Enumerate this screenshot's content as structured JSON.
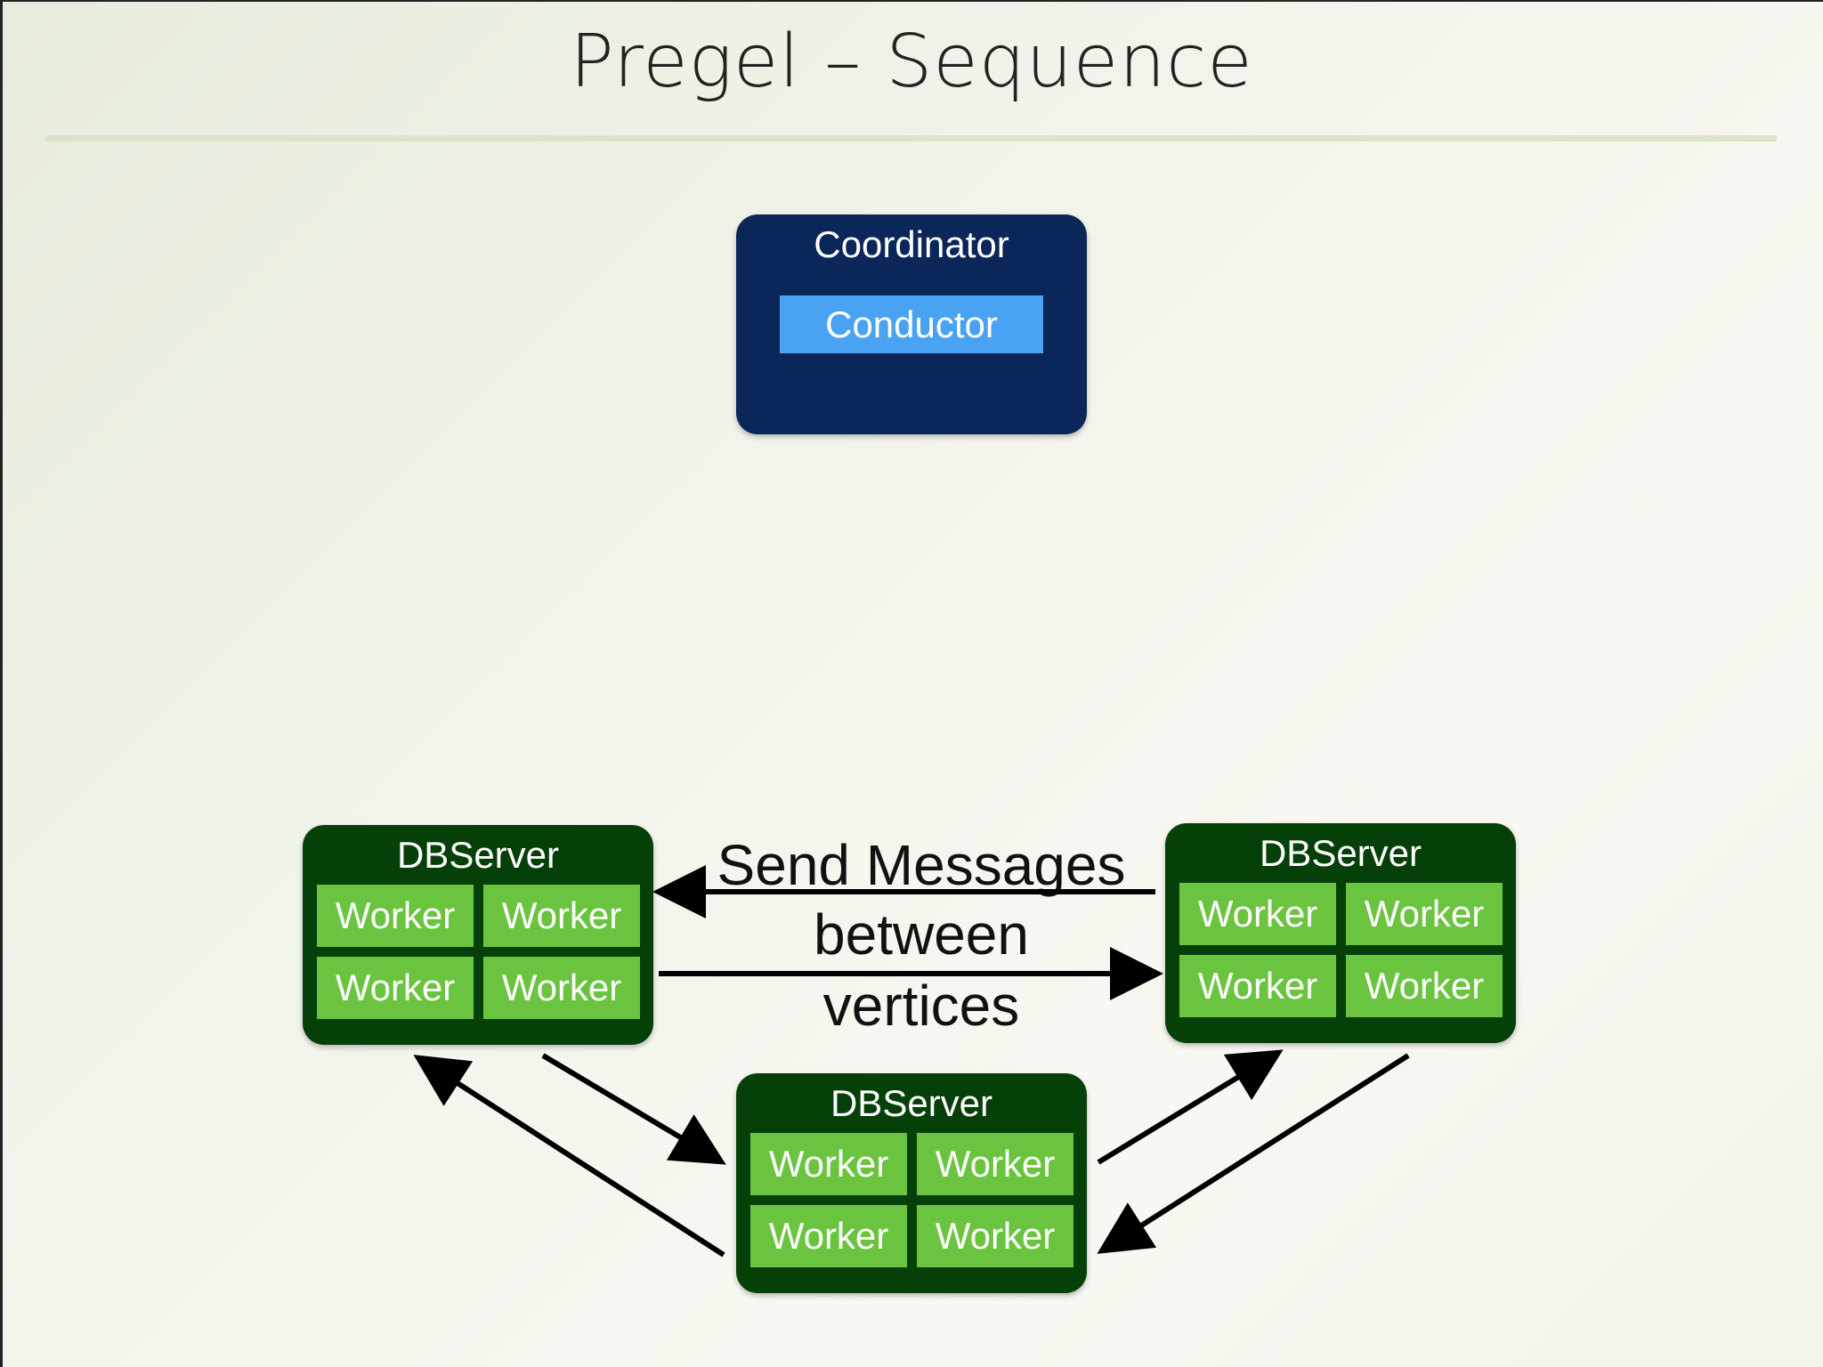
{
  "slide": {
    "title": "Pregel – Sequence"
  },
  "coordinator": {
    "label": "Coordinator",
    "conductor_label": "Conductor"
  },
  "dbservers": [
    {
      "label": "DBServer",
      "workers": [
        "Worker",
        "Worker",
        "Worker",
        "Worker"
      ]
    },
    {
      "label": "DBServer",
      "workers": [
        "Worker",
        "Worker",
        "Worker",
        "Worker"
      ]
    },
    {
      "label": "DBServer",
      "workers": [
        "Worker",
        "Worker",
        "Worker",
        "Worker"
      ]
    }
  ],
  "message_label": {
    "line1": "Send Messages",
    "line2": "between",
    "line3": "vertices"
  },
  "colors": {
    "coordinator_bg": "#0b2658",
    "conductor_bg": "#4aa3f2",
    "dbserver_bg": "#064009",
    "worker_bg": "#6ac43f",
    "arrow": "#000000",
    "title_rule": "#d9e4c8"
  }
}
